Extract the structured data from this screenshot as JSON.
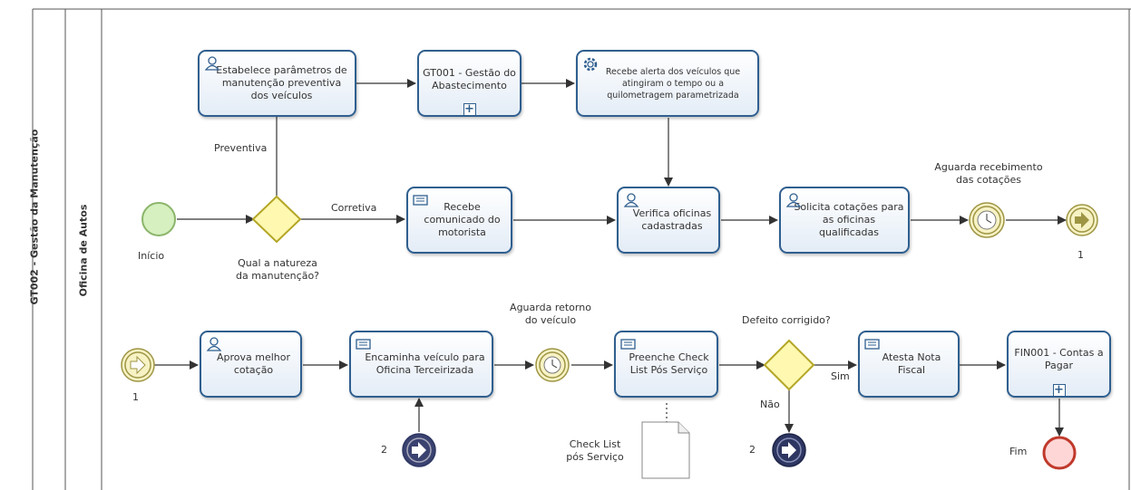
{
  "pool_label": "GT002 - Gestão da Manutenção",
  "lane_label": "Oficina de Autos",
  "tasks": {
    "estabelece": "Estabelece parâmetros de manutenção preventiva dos veículos",
    "gt001": "GT001 - Gestão do Abastecimento",
    "recebe_alerta": "Recebe alerta dos veículos que atingiram o tempo ou a quilometragem parametrizada",
    "recebe_comunicado": "Recebe comunicado do motorista",
    "verifica": "Verifica oficinas cadastradas",
    "solicita": "Solicita cotações para as oficinas qualificadas",
    "aprova": "Aprova melhor cotação",
    "encaminha": "Encaminha veículo para Oficina Terceirizada",
    "preenche": "Preenche Check List Pós Serviço",
    "atesta": "Atesta Nota Fiscal",
    "fin001": "FIN001 - Contas a Pagar"
  },
  "labels": {
    "inicio": "Início",
    "natureza_line1": "Qual a natureza",
    "natureza_line2": "da manutenção?",
    "preventiva": "Preventiva",
    "corretiva": "Corretiva",
    "aguarda_cot_line1": "Aguarda recebimento",
    "aguarda_cot_line2": "das cotações",
    "link_top": "1",
    "link_start": "1",
    "link_throw": "2",
    "link_catch": "2",
    "aguarda_ret_line1": "Aguarda retorno",
    "aguarda_ret_line2": "do veículo",
    "defeito": "Defeito corrigido?",
    "sim": "Sim",
    "nao": "Não",
    "checklist_line1": "Check List",
    "checklist_line2": "pós Serviço",
    "fim": "Fim"
  },
  "colors": {
    "task_border": "#2f5f8f",
    "start_fill": "#d6f0c0",
    "start_stroke": "#8bb56a",
    "gateway_fill": "#fff8b0",
    "gateway_stroke": "#b3a626",
    "event_fill": "#f7f2c4",
    "event_stroke": "#9e9544",
    "end_fill": "#ffd6d6",
    "end_stroke": "#c0392b",
    "link_throw_fill": "#2d3561"
  }
}
